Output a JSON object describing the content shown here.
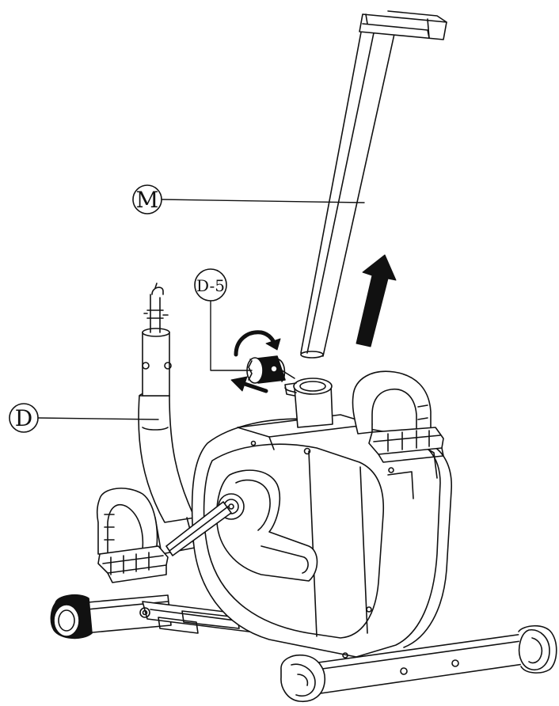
{
  "callouts": {
    "M": "M",
    "D5": "D-5",
    "D": "D"
  },
  "colors": {
    "stroke": "#111111",
    "fill": "#ffffff",
    "arrow": "#111111"
  }
}
